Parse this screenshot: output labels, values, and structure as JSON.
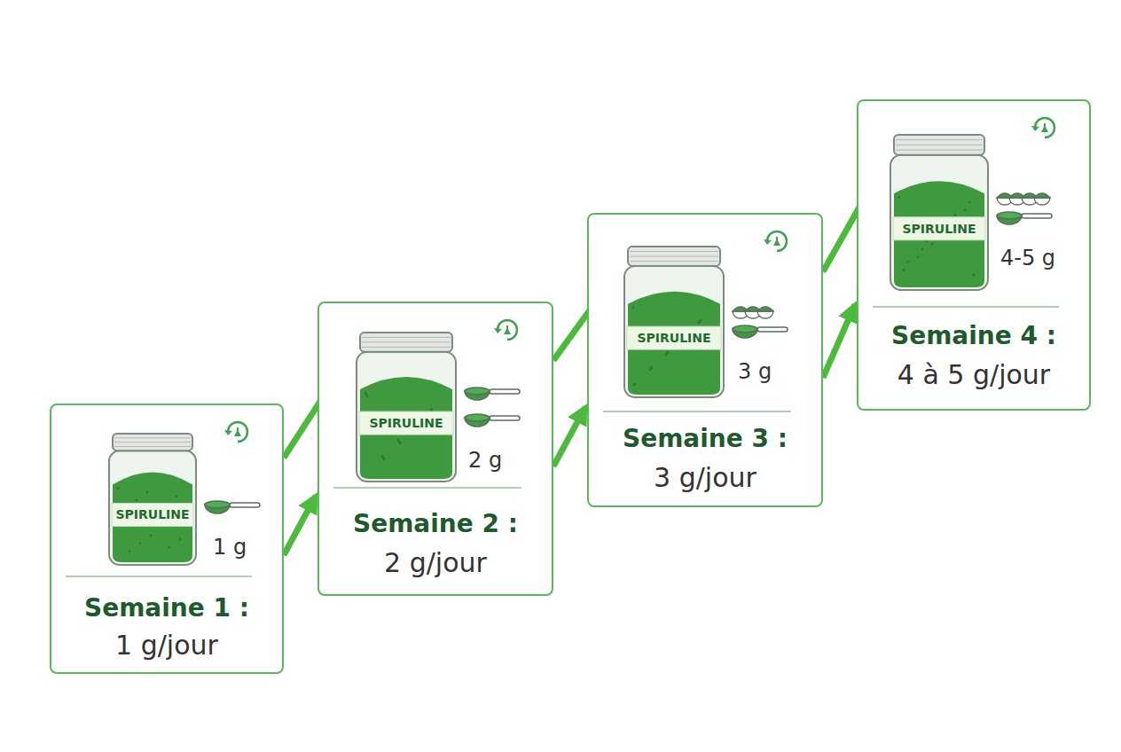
{
  "diagram": {
    "nodes": [
      {
        "text": [
          "SPIRULINE",
          "1 g",
          "Semaine 1 :",
          "1 g/jour"
        ]
      },
      {
        "text": [
          "SPIRULINE",
          "2 g",
          "Semaine 2 :",
          "2 g/jour"
        ]
      },
      {
        "text": [
          "SPIRULINE",
          "3 g",
          "Semaine 3 :",
          "3 g/jour"
        ]
      },
      {
        "text": [
          "SPIRULINE",
          "4-5 g",
          "Semaine 4 :",
          "4 à 5 g/jour"
        ]
      }
    ],
    "edges": [
      {
        "from": 0,
        "to": 1,
        "arrow": "to"
      },
      {
        "from": 0,
        "to": 1,
        "arrow": "to"
      },
      {
        "from": 1,
        "to": 2,
        "arrow": "to"
      },
      {
        "from": 1,
        "to": 2,
        "arrow": "to"
      },
      {
        "from": 2,
        "to": 3,
        "arrow": "to"
      },
      {
        "from": 2,
        "to": 3,
        "arrow": "to"
      }
    ]
  }
}
